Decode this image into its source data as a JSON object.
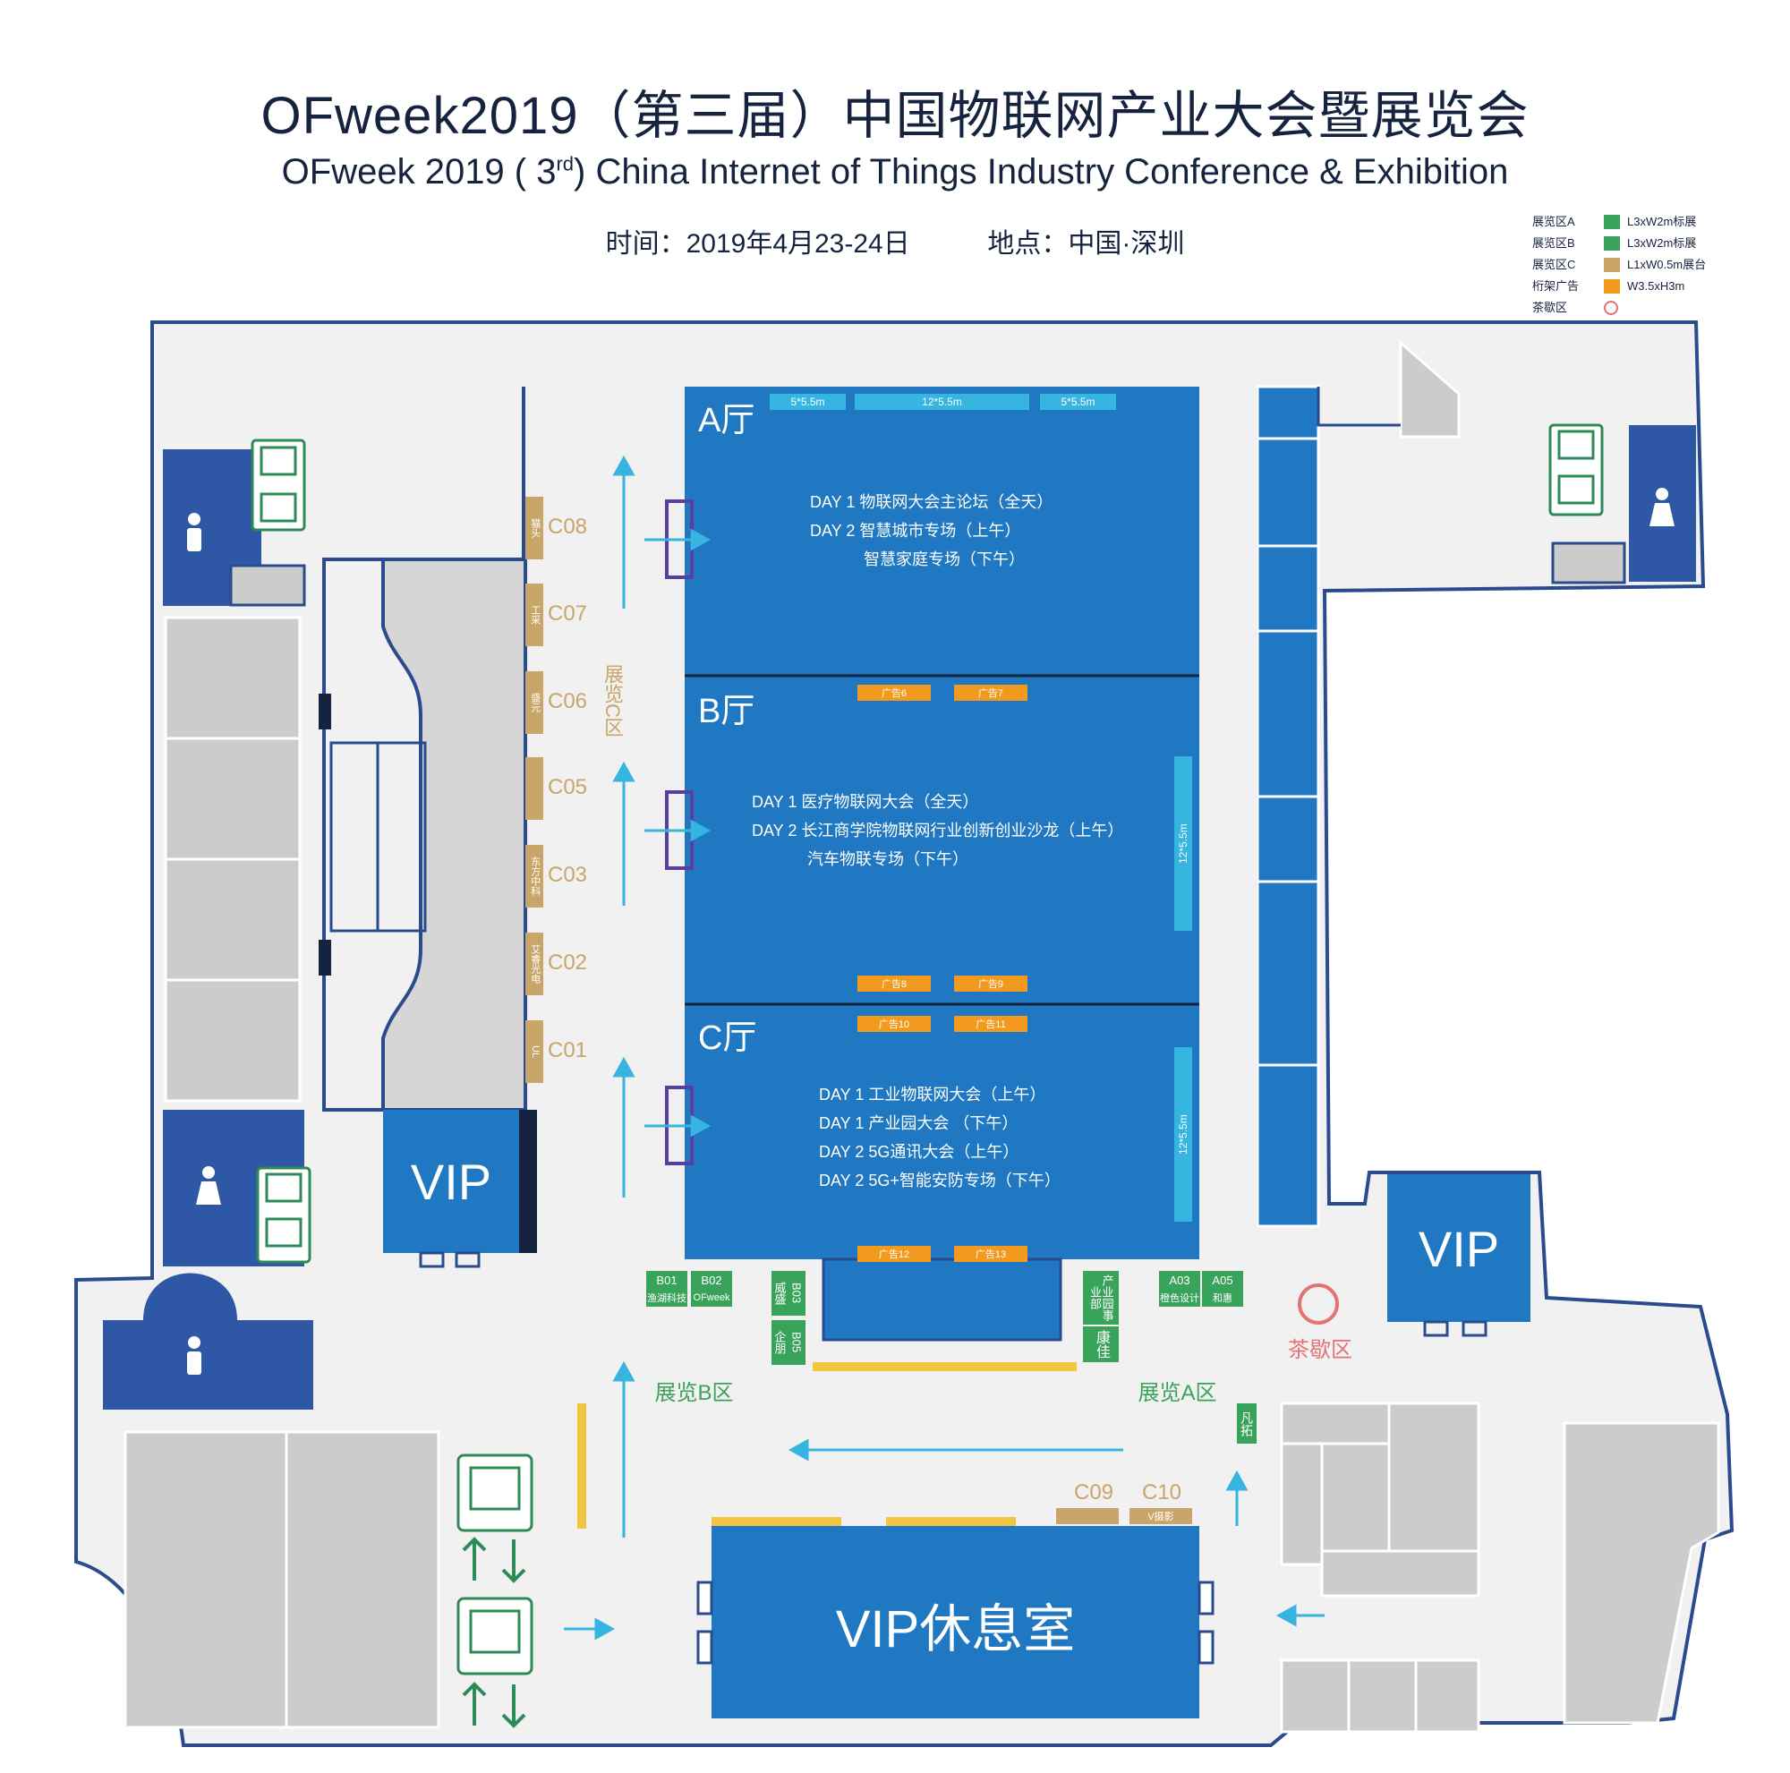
{
  "header": {
    "title_cn": "OFweek2019（第三届）中国物联网产业大会暨展览会",
    "title_en_pre": "OFweek 2019 ( 3",
    "title_en_sup": "rd",
    "title_en_post": ") China Internet of Things Industry Conference & Exhibition",
    "time": "时间：2019年4月23-24日",
    "place": "地点：中国·深圳"
  },
  "legend": [
    {
      "label": "展览区A",
      "desc": "L3xW2m标展",
      "color": "#3aa35b"
    },
    {
      "label": "展览区B",
      "desc": "L3xW2m标展",
      "color": "#3aa35b"
    },
    {
      "label": "展览区C",
      "desc": "L1xW0.5m展台",
      "color": "#c9a56a"
    },
    {
      "label": "桁架广告",
      "desc": "W3.5xH3m",
      "color": "#f29a1e"
    },
    {
      "label": "茶歇区",
      "desc": "",
      "color": "#e57373"
    }
  ],
  "colors": {
    "hall": "#1f78c1",
    "dark_blue": "#2e57a6",
    "outline": "#2a4b8d",
    "grey": "#cccccc",
    "floor": "#f1f1f1",
    "green": "#3aa35b",
    "tan": "#c9a56a",
    "orange": "#f29a1e",
    "yellow": "#f3c642",
    "arrow": "#35b5e0"
  },
  "halls": [
    {
      "name": "A厅",
      "sessions": [
        "DAY 1 物联网大会主论坛（全天）",
        "DAY 2 智慧城市专场（上午）",
        "智慧家庭专场（下午）"
      ],
      "screens": [
        "5*5.5m",
        "12*5.5m",
        "5*5.5m"
      ]
    },
    {
      "name": "B厅",
      "sessions": [
        "DAY 1 医疗物联网大会（全天）",
        "DAY 2 长江商学院物联网行业创新创业沙龙（上午）",
        "汽车物联专场（下午）"
      ],
      "side_screen": "12*5.5m"
    },
    {
      "name": "C厅",
      "sessions": [
        "DAY 1 工业物联网大会（上午）",
        "DAY 1 产业园大会 （下午）",
        "DAY 2 5G通讯大会（上午）",
        "DAY 2 5G+智能安防专场（下午）"
      ],
      "side_screen": "12*5.5m"
    }
  ],
  "ads": [
    "广告6",
    "广告7",
    "广告8",
    "广告9",
    "广告10",
    "广告11",
    "广告12",
    "广告13"
  ],
  "zone_c": {
    "label": "展览C区",
    "booths": [
      {
        "id": "C08",
        "name": "猫头"
      },
      {
        "id": "C07",
        "name": "工采"
      },
      {
        "id": "C06",
        "name": "盛元"
      },
      {
        "id": "C05",
        "name": ""
      },
      {
        "id": "C03",
        "name": "东方中科"
      },
      {
        "id": "C02",
        "name": "艾睿光电"
      },
      {
        "id": "C01",
        "name": "UL"
      }
    ],
    "extra": [
      {
        "id": "C09",
        "name": ""
      },
      {
        "id": "C10",
        "name": "V摄影"
      }
    ]
  },
  "zone_b": {
    "label": "展览B区",
    "booths": [
      {
        "id": "B01",
        "name": "渔湖科技"
      },
      {
        "id": "B02",
        "name": "OFweek"
      },
      {
        "id": "B03",
        "name": "威盛"
      },
      {
        "id": "B05",
        "name": "企朋"
      }
    ]
  },
  "zone_a": {
    "label": "展览A区",
    "booths": [
      {
        "id": "A03",
        "name": "橙色设计"
      },
      {
        "id": "A05",
        "name": "和惠"
      }
    ],
    "vertical": [
      "产业园事业部",
      "康佳",
      "凡拓"
    ]
  },
  "rooms": {
    "vip": "VIP",
    "vip_lounge": "VIP休息室",
    "tea_break": "茶歇区"
  }
}
